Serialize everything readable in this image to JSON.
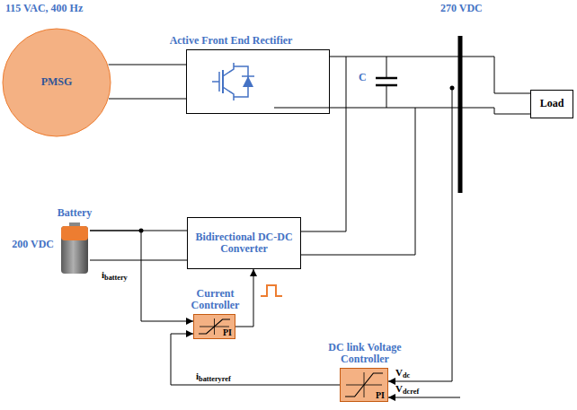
{
  "diagram": {
    "nodes": [
      {
        "text": [
          "PMSG"
        ]
      },
      {
        "text": [
          "Active Front End Rectifier"
        ]
      },
      {
        "text": [
          "Load"
        ]
      },
      {
        "text": [
          "Battery",
          "200 VDC"
        ]
      },
      {
        "text": [
          "Bidirectional DC-DC Converter"
        ]
      },
      {
        "text": [
          "Current Controller",
          "PI"
        ]
      },
      {
        "text": [
          "DC link Voltage Controller",
          "PI"
        ]
      }
    ],
    "edges": [
      {
        "from": 0,
        "to": 1,
        "arrow": "none"
      },
      {
        "from": 1,
        "to": 2,
        "arrow": "none"
      },
      {
        "from": 3,
        "to": 4,
        "arrow": "none"
      },
      {
        "from": 3,
        "to": 5,
        "arrow": "to",
        "label": "ibattery"
      },
      {
        "from": 5,
        "to": 4,
        "arrow": "to"
      },
      {
        "from": 6,
        "to": 5,
        "arrow": "to",
        "label": "ibatteryref"
      }
    ],
    "labels": [
      "115 VAC, 400 Hz",
      "270 VDC",
      "C",
      "Vdc",
      "Vdcref"
    ]
  }
}
